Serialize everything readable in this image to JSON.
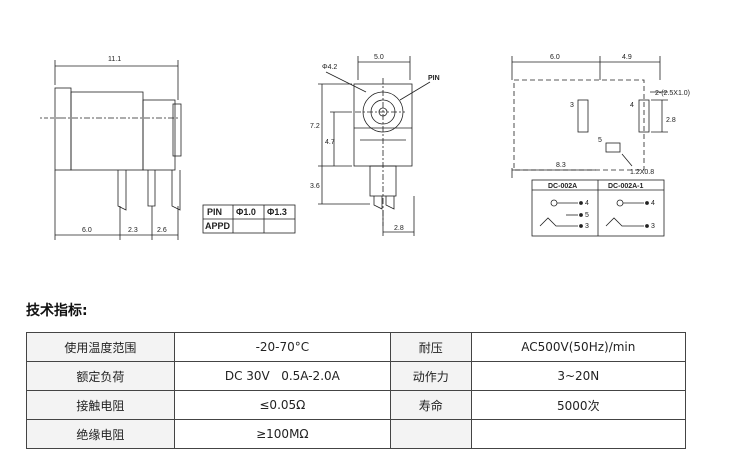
{
  "drawing": {
    "dims": {
      "width_top": "11.1",
      "base_left": "6.0",
      "pin_gap1": "2.3",
      "pin_gap2": "2.6",
      "hole_dia": "Φ4.2",
      "front_width": "5.0",
      "pin_label": "PIN",
      "height_total": "7.2",
      "center_height": "4.7",
      "pin_length": "3.6",
      "pin_offset": "2.8",
      "pad_left": "6.0",
      "pad_right": "4.9",
      "slot_note": "2-(2.5X1.0)",
      "pad_num_3": "3",
      "pad_num_4": "4",
      "pad_num_5": "5",
      "pad_vert": "2.8",
      "pad_bottom": "8.3",
      "pad_hole": "1.2X0.8"
    },
    "pin_table": {
      "headers": [
        "PIN",
        "Φ1.0",
        "Φ1.3"
      ],
      "row_label": "APPD"
    },
    "schematic": {
      "left_title": "DC-002A",
      "right_title": "DC-002A-1",
      "pins": [
        "4",
        "5",
        "3"
      ]
    }
  },
  "section_title": "技术指标:",
  "specs": [
    [
      "使用温度范围",
      "-20-70°C",
      "耐压",
      "AC500V(50Hz)/min"
    ],
    [
      "额定负荷",
      "DC 30V   0.5A-2.0A",
      "动作力",
      "3~20N"
    ],
    [
      "接触电阻",
      "≤0.05Ω",
      "寿命",
      "5000次"
    ],
    [
      "绝缘电阻",
      "≥100MΩ",
      "",
      ""
    ]
  ]
}
